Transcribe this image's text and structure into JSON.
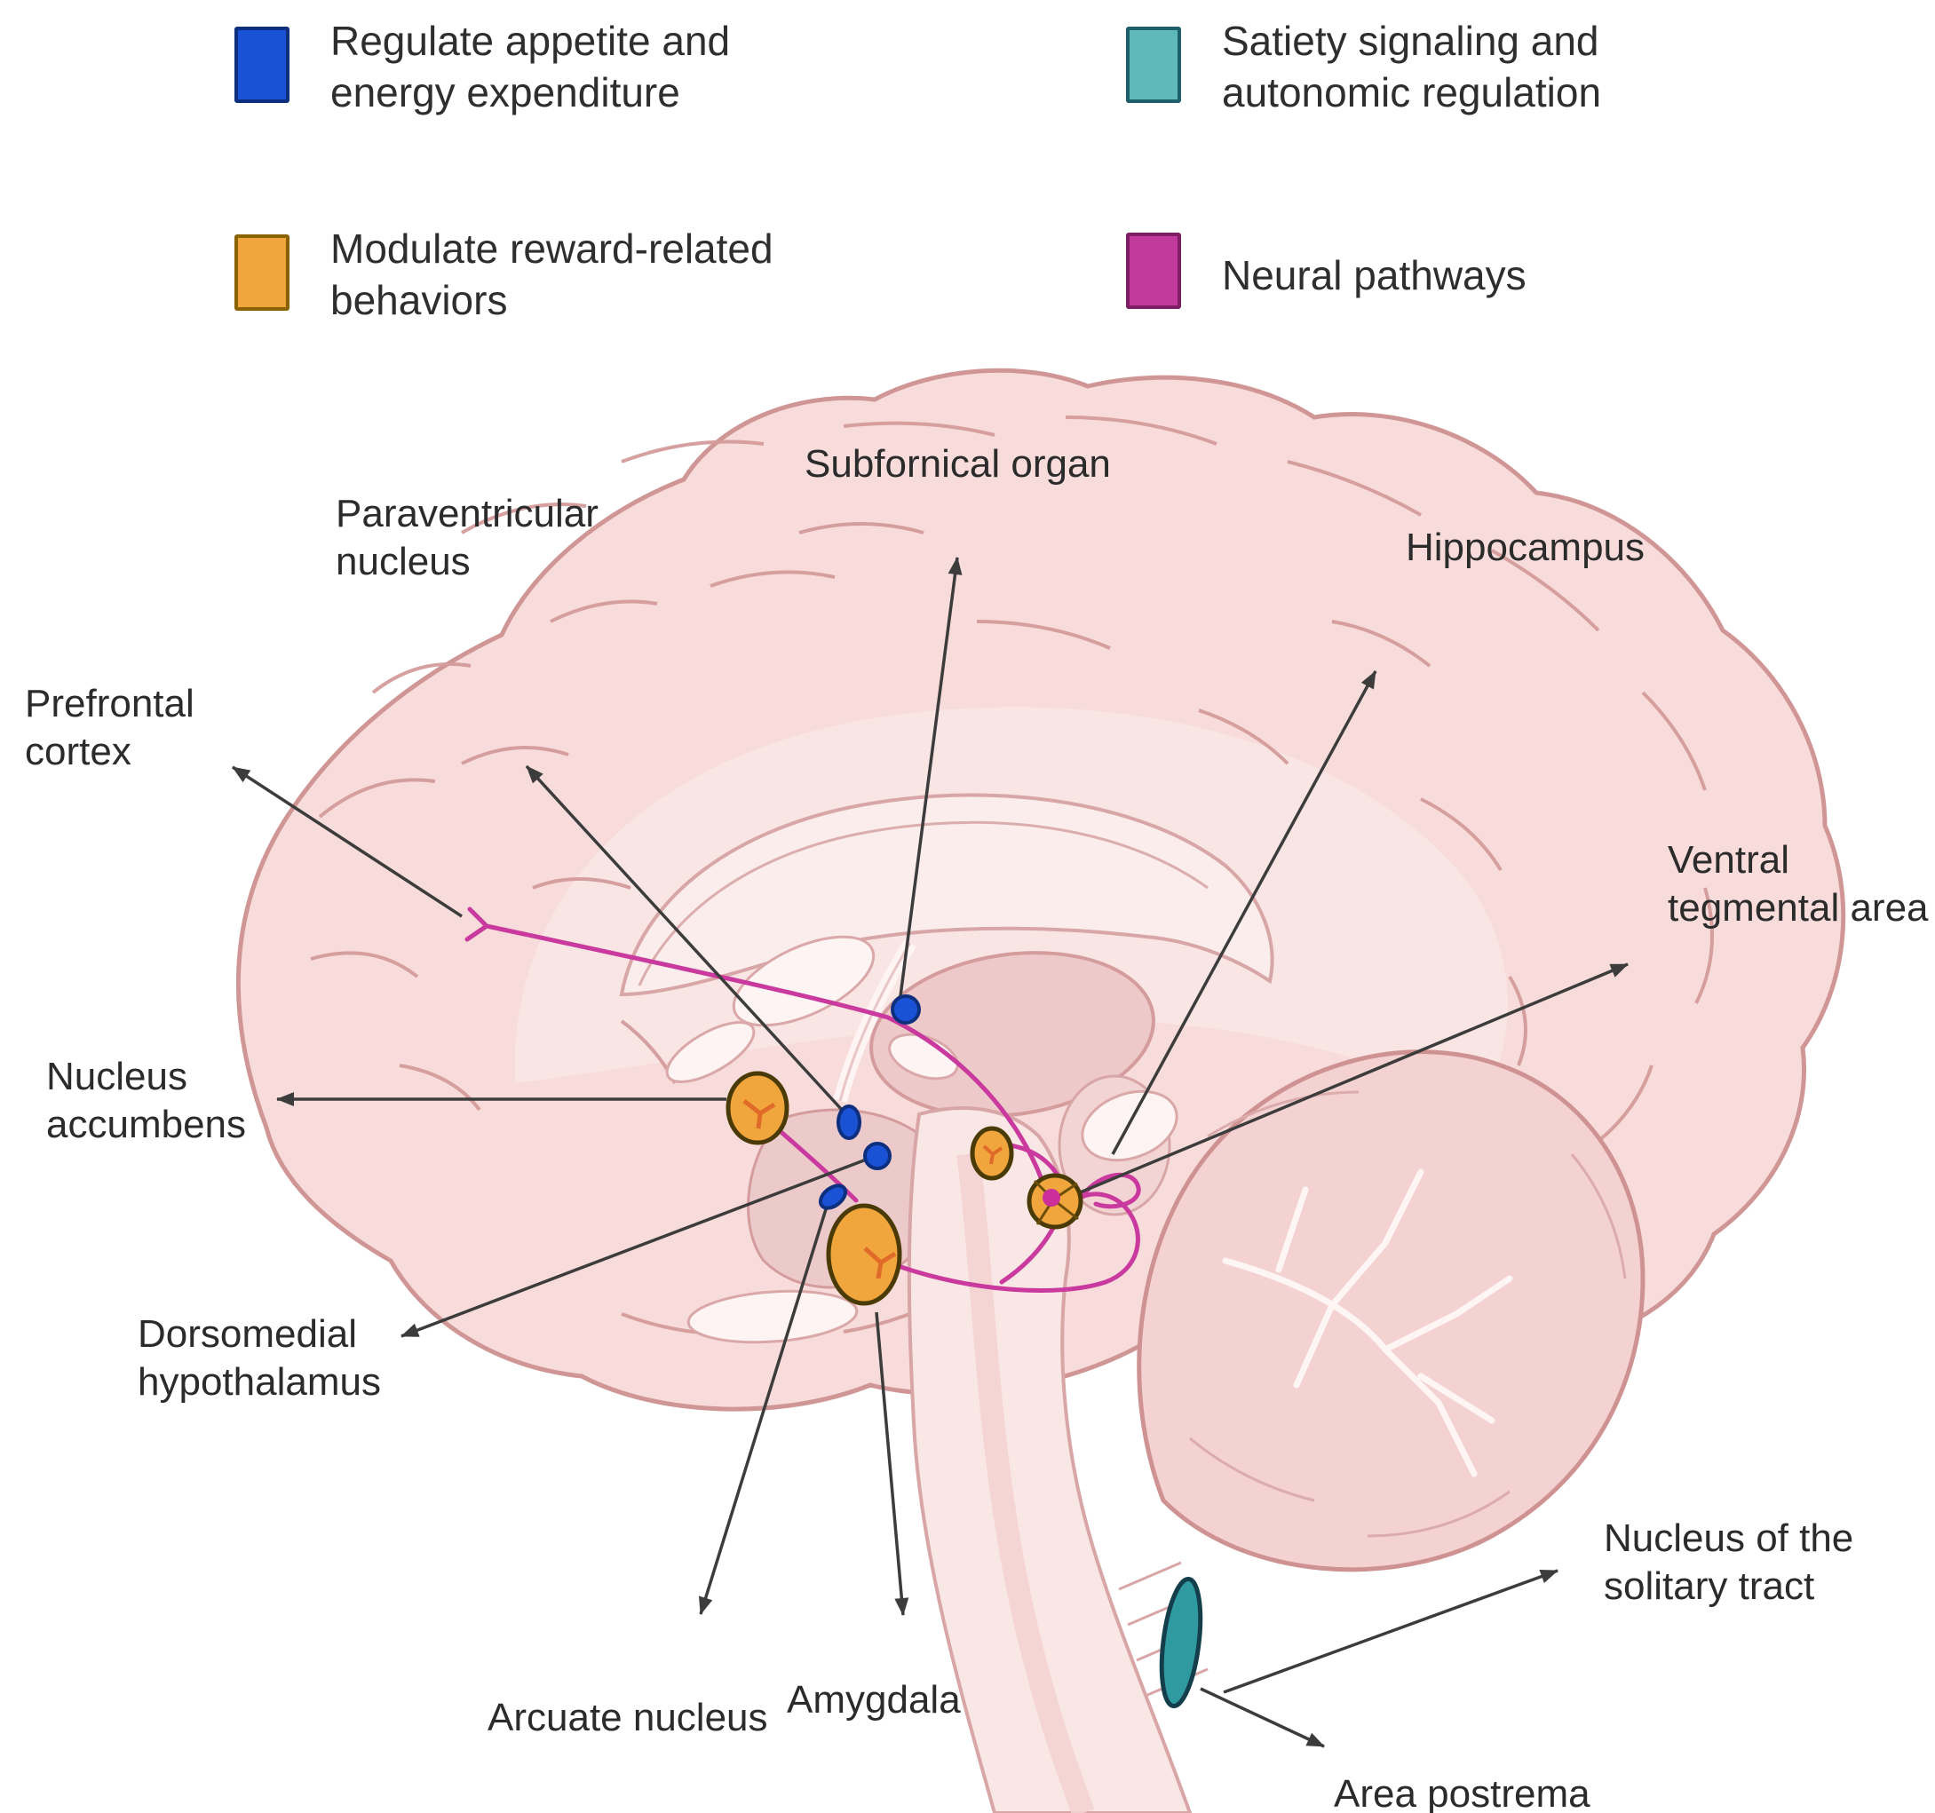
{
  "legend": {
    "items": [
      {
        "id": "appetite",
        "label": "Regulate appetite and\nenergy expenditure",
        "color": "#1a52d5",
        "border": "#0d2f7e"
      },
      {
        "id": "reward",
        "label": "Modulate reward-related\nbehaviors",
        "color": "#f0a63c",
        "border": "#8a6200"
      },
      {
        "id": "satiety",
        "label": "Satiety signaling and\nautonomic regulation",
        "color": "#5fb8bc",
        "border": "#1d5f6b"
      },
      {
        "id": "pathways",
        "label": "Neural pathways",
        "color": "#c13a9c",
        "border": "#7e1f63"
      }
    ]
  },
  "brain_labels": {
    "subfornical_organ": "Subfornical organ",
    "paraventricular_nucleus": "Paraventricular\nnucleus",
    "hippocampus": "Hippocampus",
    "prefrontal_cortex": "Prefrontal\ncortex",
    "ventral_tegmental_area": "Ventral\ntegmental area",
    "nucleus_accumbens": "Nucleus\naccumbens",
    "dorsomedial_hypothalamus": "Dorsomedial\nhypothalamus",
    "arcuate_nucleus": "Arcuate nucleus",
    "amygdala": "Amygdala",
    "nucleus_of_the_solitary_tract": "Nucleus of the\nsolitary tract",
    "area_postrema": "Area postrema"
  },
  "colors": {
    "brain_fill": "#f7dcdb",
    "brain_outline": "#d09595",
    "pathway": "#c9399e",
    "marker_blue": "#1a52d5",
    "marker_orange": "#f0a63c",
    "marker_teal": "#2f9aa0",
    "arrow": "#3c3c3c"
  }
}
